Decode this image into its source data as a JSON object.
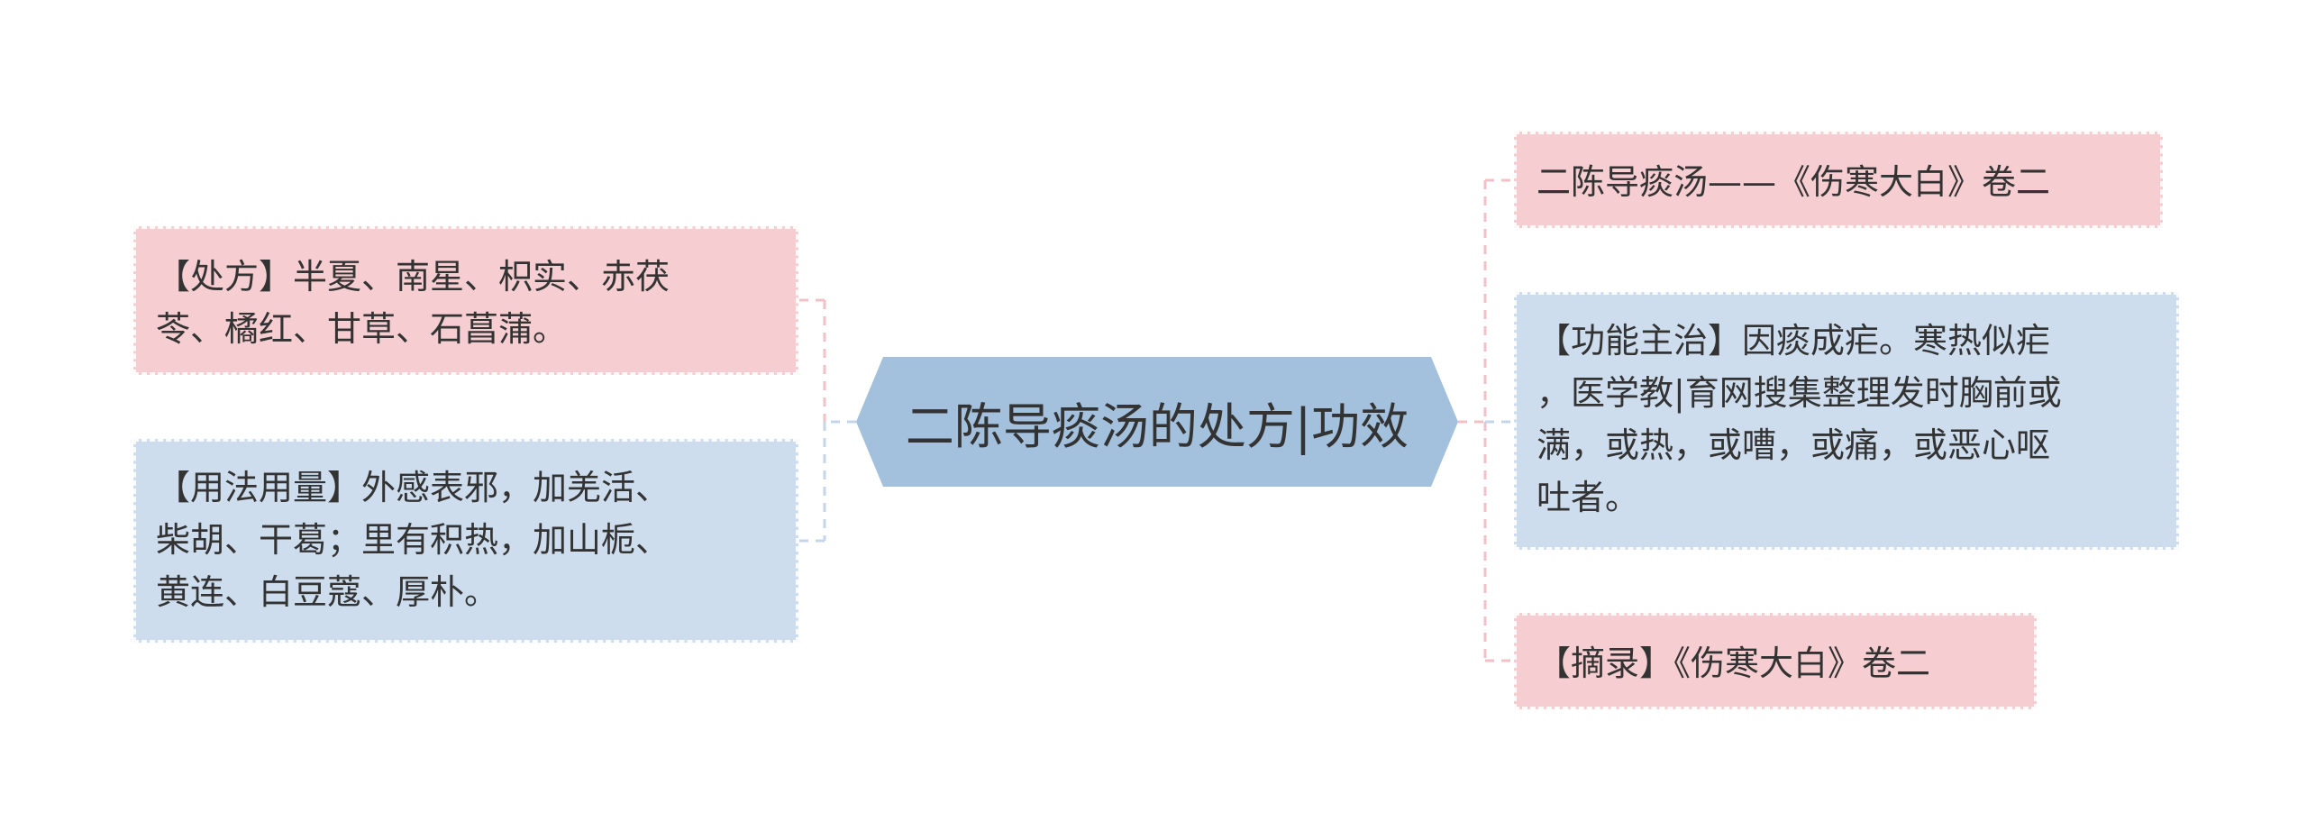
{
  "center": {
    "title": "二陈导痰汤的处方|功效",
    "fill": "#a3c1dd"
  },
  "left_nodes": [
    {
      "id": "prescription",
      "text": "【处方】半夏、南星、枳实、赤茯\n苓、橘红、甘草、石菖蒲。",
      "color": "#f6cdd0"
    },
    {
      "id": "usage",
      "text": "【用法用量】外感表邪，加羌活、\n柴胡、干葛；里有积热，加山栀、\n黄连、白豆蔻、厚朴。",
      "color": "#cdddee"
    }
  ],
  "right_nodes": [
    {
      "id": "source-title",
      "text": "二陈导痰汤——《伤寒大白》卷二",
      "color": "#f6cdd0"
    },
    {
      "id": "function",
      "text": "【功能主治】因痰成疟。寒热似疟\n，医学教|育网搜集整理发时胸前或\n满，或热，或嘈，或痛，或恶心呕\n吐者。",
      "color": "#cdddee"
    },
    {
      "id": "excerpt",
      "text": "【摘录】《伤寒大白》卷二",
      "color": "#f6cdd0"
    }
  ],
  "connector_colors": {
    "pink": "#f2c0c6",
    "blue": "#c3d6ea"
  }
}
